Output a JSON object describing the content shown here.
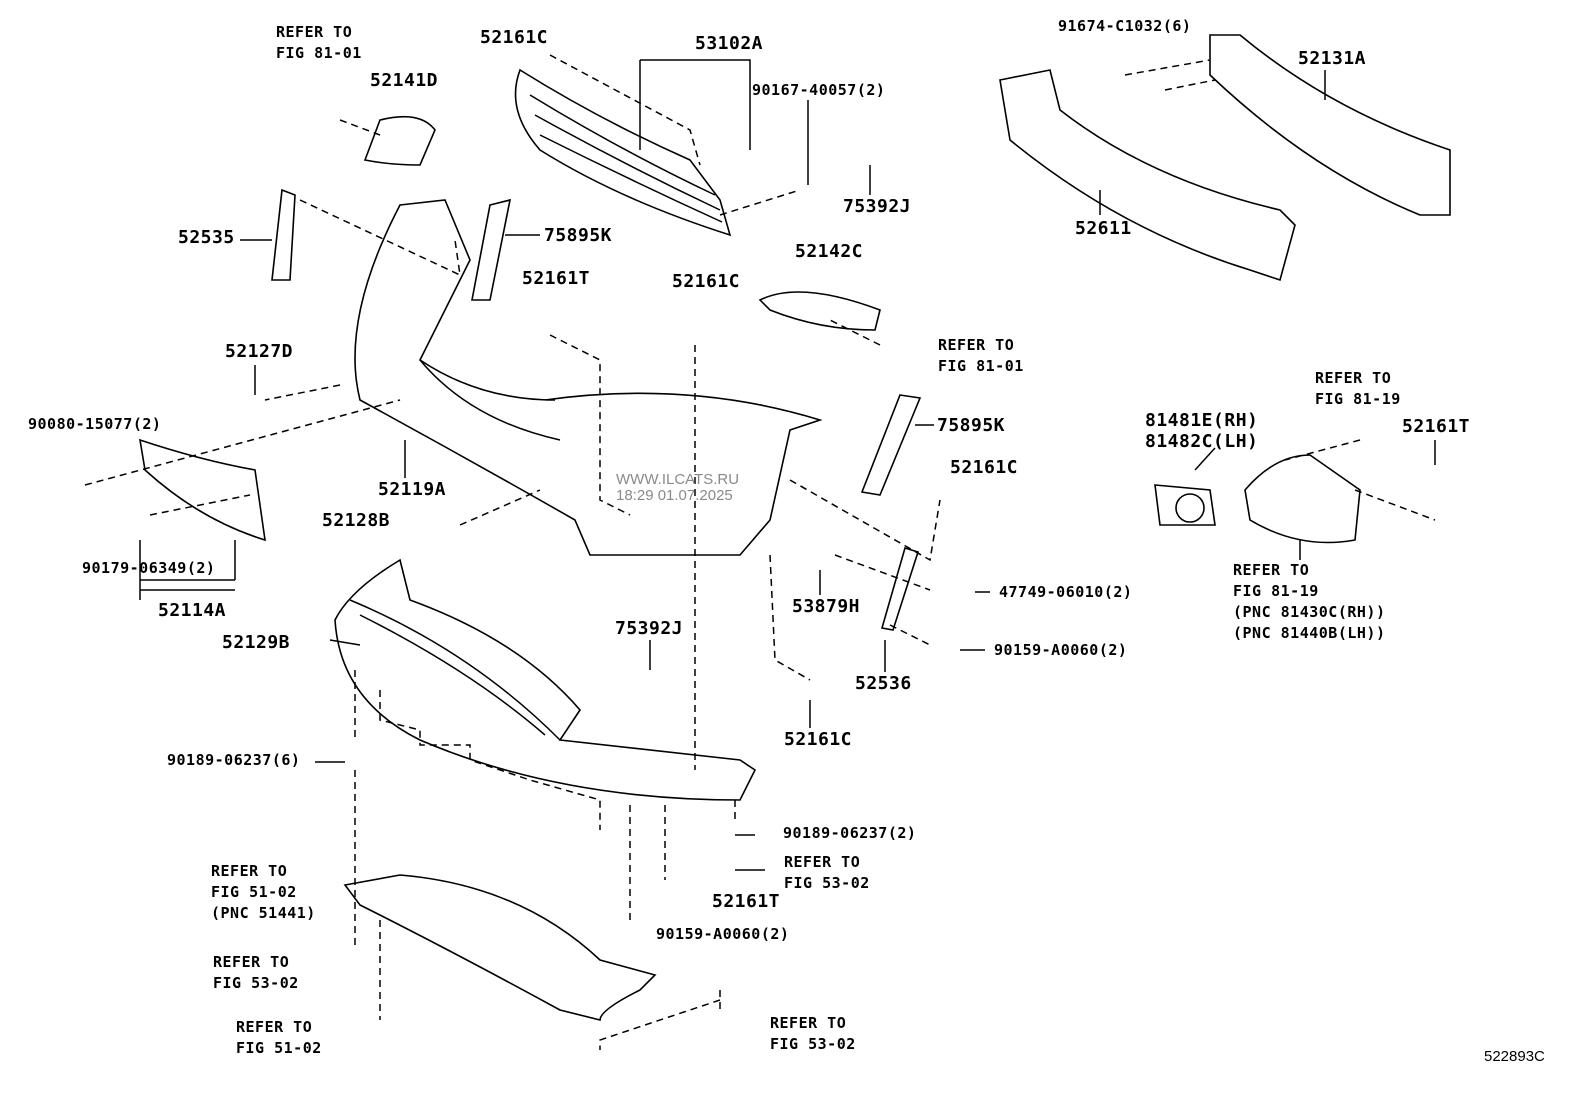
{
  "labels": {
    "l0a": "REFER TO",
    "l0b": "FIG 81-01",
    "l1": "52141D",
    "l2": "52161C",
    "l3": "53102A",
    "l4": "90167-40057(2)",
    "l5": "75392J",
    "l6": "91674-C1032(6)",
    "l7": "52131A",
    "l8": "52611",
    "l9": "52535",
    "l10": "75895K",
    "l11": "52161T",
    "l12": "52161C",
    "l13": "52142C",
    "l14a": "REFER TO",
    "l14b": "FIG 81-01",
    "l15": "52127D",
    "l16": "90080-15077(2)",
    "l17": "75895K",
    "l18a": "REFER TO",
    "l18b": "FIG 81-19",
    "l19a": "81481E(RH)",
    "l19b": "81482C(LH)",
    "l20": "52161T",
    "l21": "52161C",
    "l22": "52119A",
    "l23": "52128B",
    "l24": "90179-06349(2)",
    "l25": "52114A",
    "l26a": "REFER TO",
    "l26b": "FIG 81-19",
    "l26c": "(PNC 81430C(RH))",
    "l26d": "(PNC 81440B(LH))",
    "l27": "47749-06010(2)",
    "l28": "52129B",
    "l29": "75392J",
    "l30": "53879H",
    "l31": "90159-A0060(2)",
    "l32": "52536",
    "l33": "52161C",
    "l34": "90189-06237(6)",
    "l35": "90189-06237(2)",
    "l36a": "REFER TO",
    "l36b": "FIG 53-02",
    "l37a": "REFER TO",
    "l37b": "FIG 51-02",
    "l37c": "(PNC 51441)",
    "l38": "52161T",
    "l39": "90159-A0060(2)",
    "l40a": "REFER TO",
    "l40b": "FIG 53-02",
    "l41a": "REFER TO",
    "l41b": "FIG 51-02",
    "l42a": "REFER TO",
    "l42b": "FIG 53-02"
  },
  "illustration_code": "522893C",
  "watermark": {
    "site": "WWW.ILCATS.RU",
    "datetime": "18:29 01.07.2025"
  }
}
